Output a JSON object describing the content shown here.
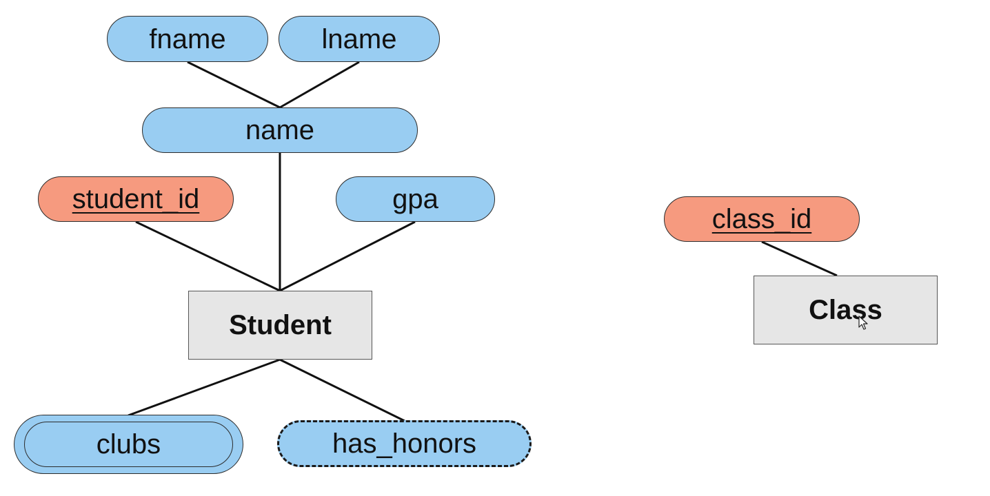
{
  "entities": {
    "student": {
      "label": "Student"
    },
    "class": {
      "label": "Class"
    }
  },
  "attributes": {
    "fname": {
      "label": "fname",
      "kind": "regular"
    },
    "lname": {
      "label": "lname",
      "kind": "regular"
    },
    "name": {
      "label": "name",
      "kind": "composite"
    },
    "student_id": {
      "label": "student_id",
      "kind": "key"
    },
    "gpa": {
      "label": "gpa",
      "kind": "regular"
    },
    "clubs": {
      "label": "clubs",
      "kind": "multivalued"
    },
    "has_honors": {
      "label": "has_honors",
      "kind": "derived"
    },
    "class_id": {
      "label": "class_id",
      "kind": "key"
    }
  },
  "connections": [
    [
      "fname",
      "name"
    ],
    [
      "lname",
      "name"
    ],
    [
      "name",
      "student"
    ],
    [
      "student_id",
      "student"
    ],
    [
      "gpa",
      "student"
    ],
    [
      "student",
      "clubs"
    ],
    [
      "student",
      "has_honors"
    ],
    [
      "class_id",
      "class"
    ]
  ],
  "colors": {
    "attribute_fill": "#99cdf2",
    "key_attribute_fill": "#f69a7f",
    "entity_fill": "#e6e6e6",
    "line": "#111111"
  },
  "icons": {
    "cursor": "mouse-pointer-icon"
  }
}
